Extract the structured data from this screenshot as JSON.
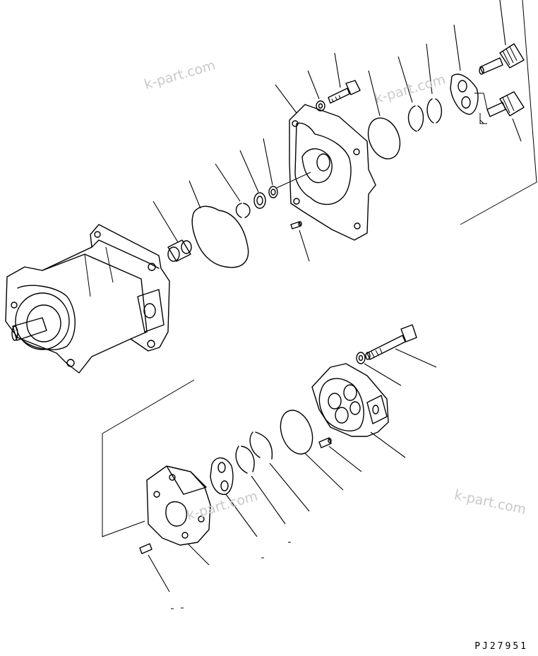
{
  "watermarks": [
    "k-part.com",
    "k-part.com",
    "k-part.com",
    "k-part.com"
  ],
  "drawing_code": "PJ27951",
  "colors": {
    "line": "#000000",
    "watermark": "#c9c9c9",
    "background": "#ffffff"
  }
}
